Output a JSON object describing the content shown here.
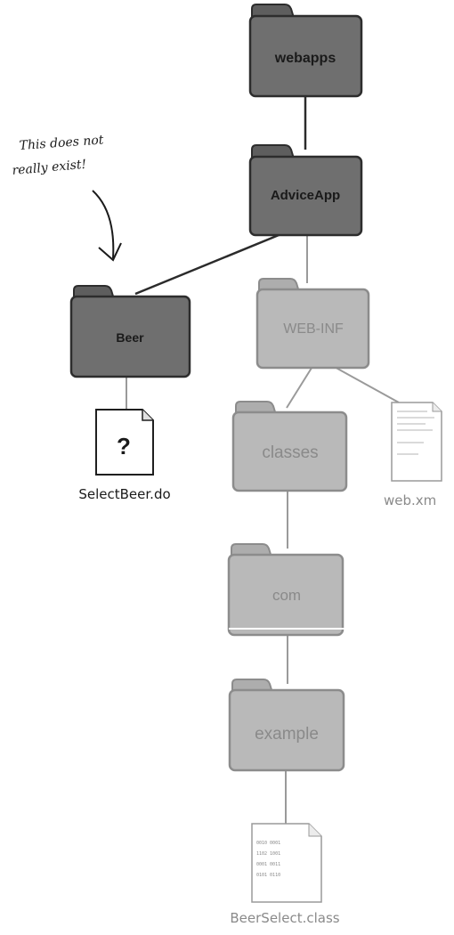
{
  "diagram": {
    "annotation": {
      "line1": "This does not",
      "line2": "really exist!"
    },
    "folders": {
      "webapps": "webapps",
      "adviceapp": "AdviceApp",
      "beer": "Beer",
      "webinf": "WEB-INF",
      "classes": "classes",
      "com": "com",
      "example": "example"
    },
    "files": {
      "selectbeer": {
        "icon_symbol": "?",
        "caption": "SelectBeer.do"
      },
      "webxml": {
        "caption": "web.xm"
      },
      "beerselect": {
        "caption": "BeerSelect.class",
        "code_lines": [
          "0010 0001",
          "1102 1001",
          "0001 0011",
          "0101 0110"
        ]
      }
    },
    "colors": {
      "dark_folder": "#6f6f6f",
      "light_folder": "#b9b9b9",
      "line_dark": "#2b2b2b",
      "line_light": "#9a9a9a",
      "caption_dark": "#1a1a1a",
      "caption_light": "#8a8a8a"
    }
  }
}
